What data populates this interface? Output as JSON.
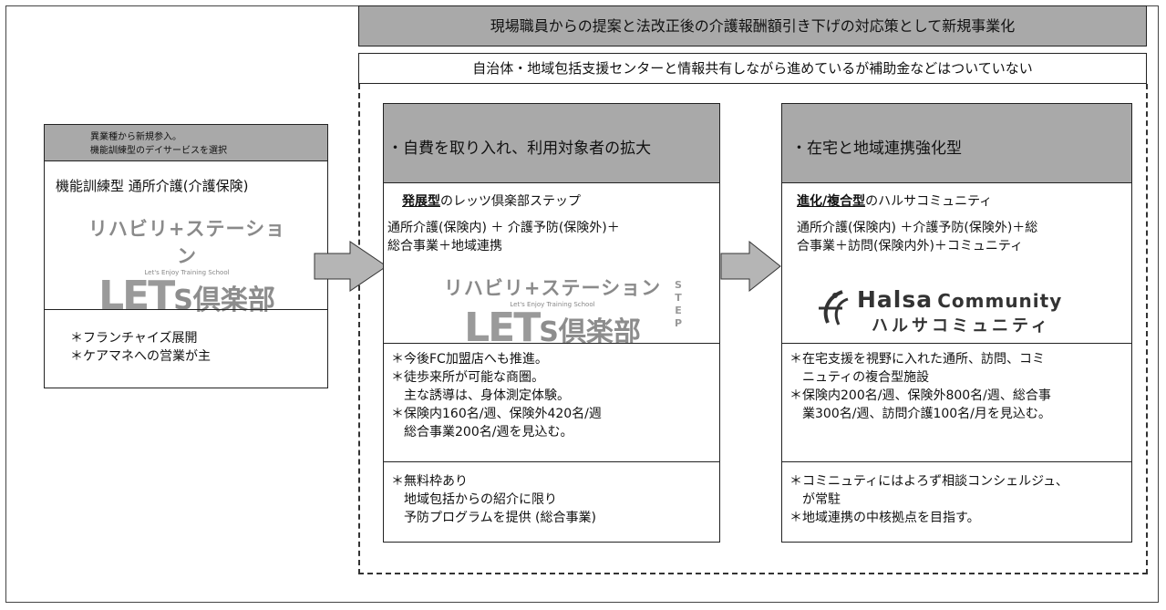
{
  "top_banner": "現場職員からの提案と法改正後の介護報酬額引き下げの対応策として新規事業化",
  "sub_banner": "自治体・地域包括支援センターと情報共有しながら進めているが補助金などはついていない",
  "left": {
    "header": "異業種から新規参入。\n機能訓練型のデイサービスを選択",
    "title": "機能訓練型 通所介護(介護保険)",
    "notes": "＊フランチャイズ展開\n＊ケアマネへの営業が主"
  },
  "middle": {
    "header": "・自費を取り入れ、利用対象者の拡大",
    "type_bold": "発展型",
    "type_rest": "のレッツ倶楽部ステップ",
    "services": "通所介護(保険内) ＋ 介護予防(保険外)＋\n総合事業＋地域連携",
    "notes": "＊今後FC加盟店へも推進。\n＊徒歩来所が可能な商圏。\n　主な誘導は、身体測定体験。\n＊保険内160名/週、保険外420名/週\n　総合事業200名/週を見込む。",
    "free": "＊無料枠あり\n　地域包括からの紹介に限り\n　予防プログラムを提供 (総合事業)"
  },
  "right": {
    "header": "・在宅と地域連携強化型",
    "type_bold": "進化/複合型",
    "type_rest": "のハルサコミュニティ",
    "services": "通所介護(保険内) ＋介護予防(保険外)＋総\n合事業＋訪問(保険内外)＋コミュニティ",
    "notes": "＊在宅支援を視野に入れた通所、訪問、コミ\n　ニュティの複合型施設\n＊保険内200名/週、保険外800名/週、総合事\n　業300名/週、訪問介護100名/月を見込む。",
    "community": "＊コミニュティにはよろず相談コンシェルジュ、\n　が常駐\n＊地域連携の中核拠点を目指す。"
  },
  "logos": {
    "lets_top": "リハビリ+ステーション",
    "lets_sub": "Let's Enjoy Training School",
    "lets_big": "LET",
    "lets_jp": "S倶楽部",
    "lets_side": "STEP",
    "halsa_en": "Halsa",
    "halsa_en2": "Community",
    "halsa_jp": "ハルサコミュニティ"
  }
}
